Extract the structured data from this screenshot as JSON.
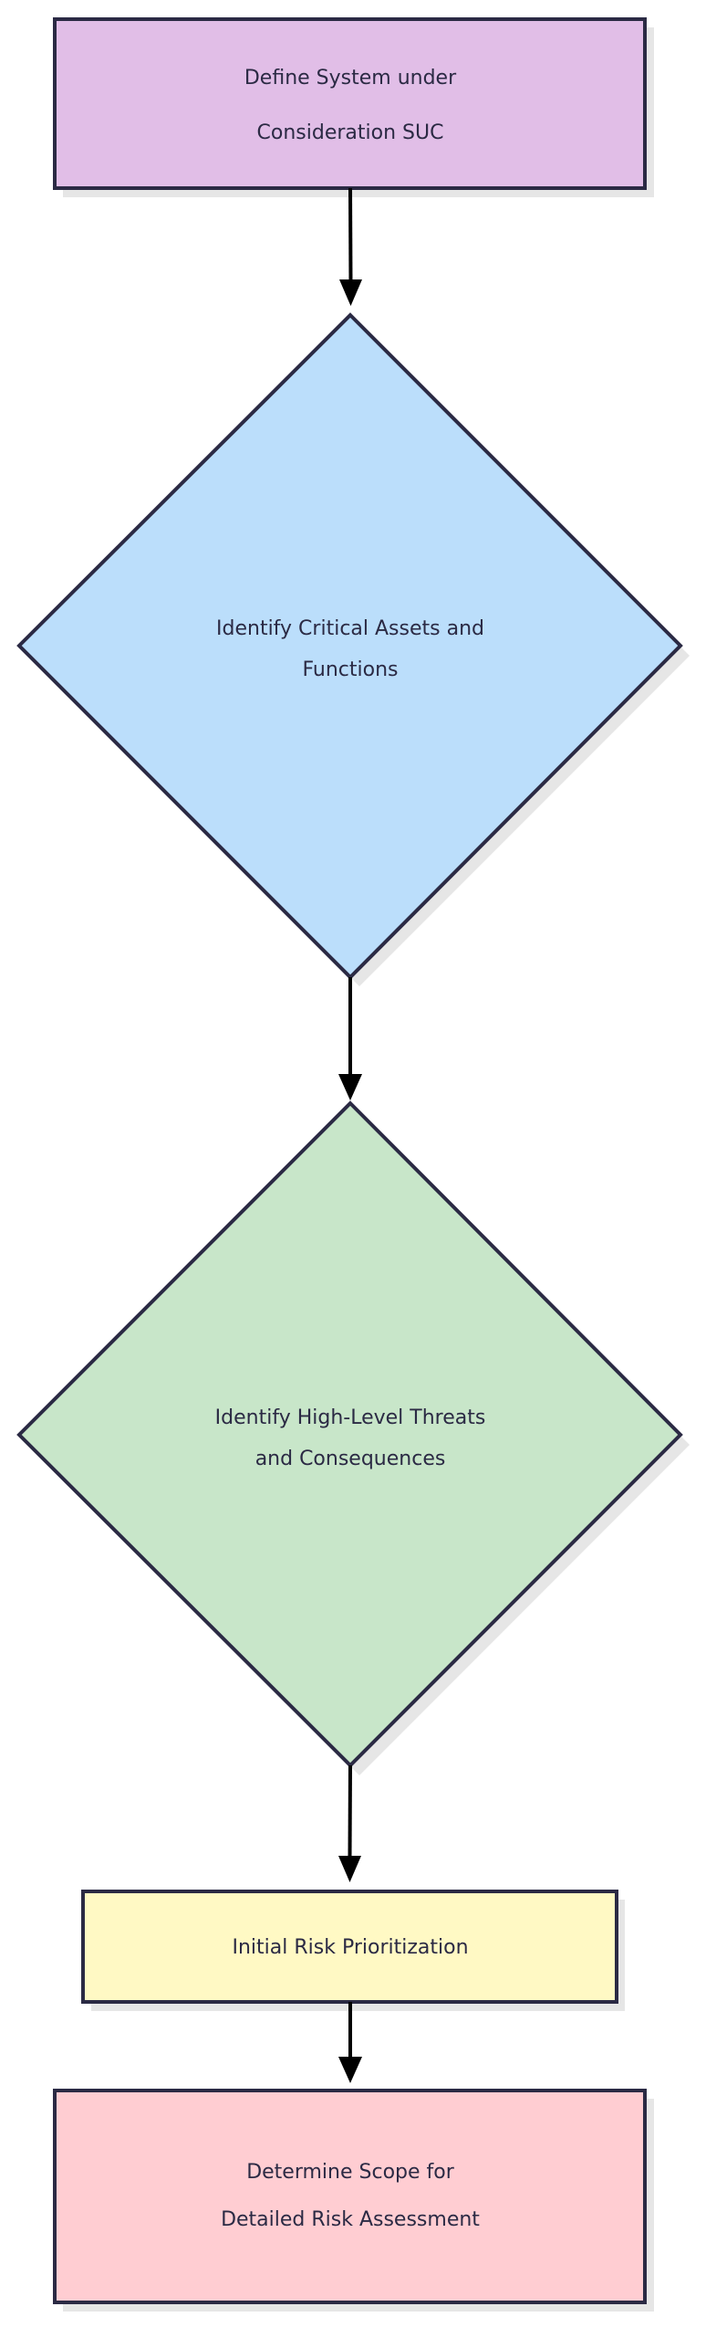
{
  "nodes": [
    {
      "id": "define-suc",
      "shape": "rect",
      "fill": "#e1bee7",
      "lines": [
        "Define System under",
        "Consideration SUC"
      ]
    },
    {
      "id": "identify-assets",
      "shape": "diamond",
      "fill": "#bbdefb",
      "lines": [
        "Identify Critical Assets and",
        "Functions"
      ]
    },
    {
      "id": "identify-threats",
      "shape": "diamond",
      "fill": "#c8e6c9",
      "lines": [
        "Identify High-Level Threats",
        "and Consequences"
      ]
    },
    {
      "id": "risk-prioritization",
      "shape": "rect",
      "fill": "#fff9c4",
      "lines": [
        "Initial Risk Prioritization"
      ]
    },
    {
      "id": "determine-scope",
      "shape": "rect",
      "fill": "#ffcdd2",
      "lines": [
        "Determine Scope for",
        "Detailed Risk Assessment"
      ]
    }
  ],
  "edges": [
    {
      "from": "define-suc",
      "to": "identify-assets"
    },
    {
      "from": "identify-assets",
      "to": "identify-threats"
    },
    {
      "from": "identify-threats",
      "to": "risk-prioritization"
    },
    {
      "from": "risk-prioritization",
      "to": "determine-scope"
    }
  ]
}
